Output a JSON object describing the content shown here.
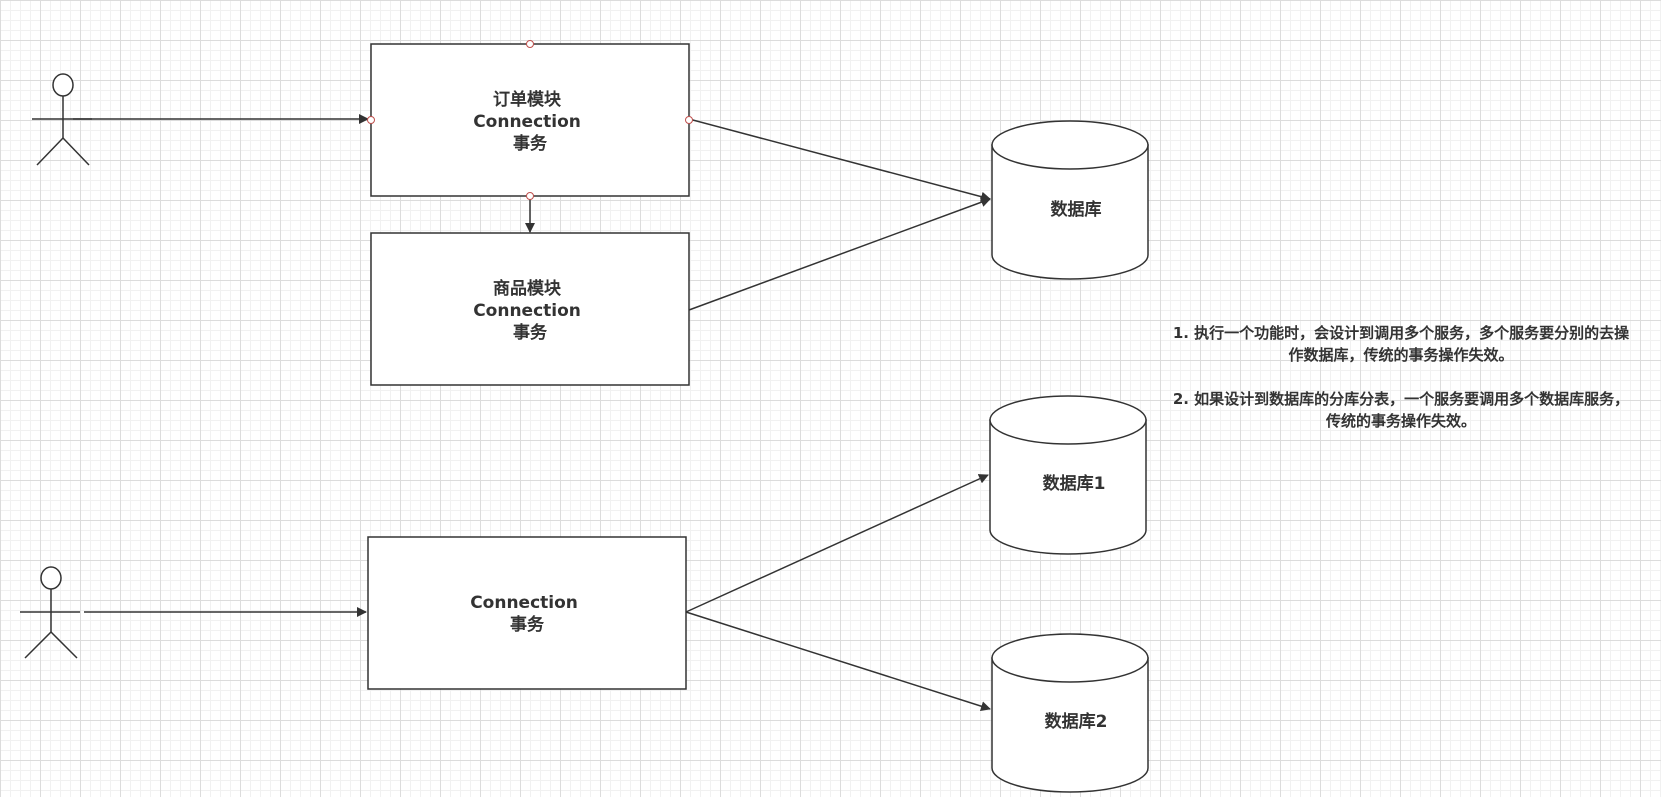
{
  "order_module": {
    "line1": "订单模块",
    "line2": "Connection",
    "line3": "事务"
  },
  "goods_module": {
    "line1": "商品模块",
    "line2": "Connection",
    "line3": "事务"
  },
  "single_connection": {
    "line1": "Connection",
    "line2": "事务"
  },
  "databases": {
    "main": "数据库",
    "db1": "数据库1",
    "db2": "数据库2"
  },
  "notes": {
    "text": "1. 执行一个功能时，会设计到调用多个服务，多个服务要分别的去操作数据库，传统的事务操作失效。\n\n2. 如果设计到数据库的分库分表，一个服务要调用多个数据库服务，传统的事务操作失效。"
  },
  "colors": {
    "stroke": "#333333",
    "handle": "#c0504d"
  }
}
